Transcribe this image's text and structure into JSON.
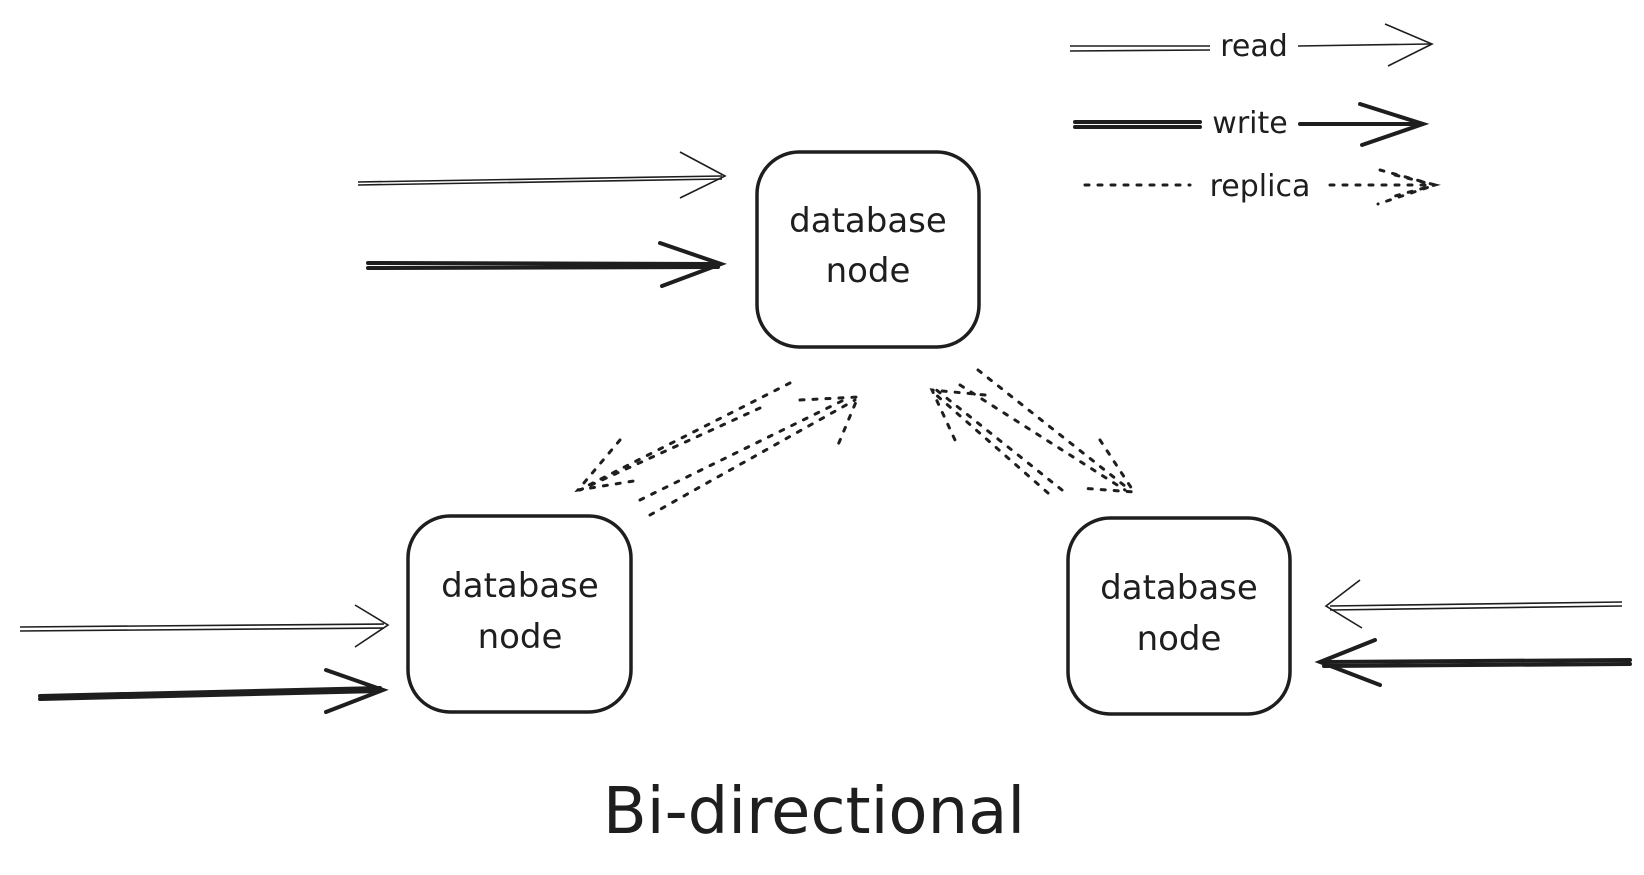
{
  "legend": {
    "read_label": "read",
    "write_label": "write",
    "replica_label": "replica"
  },
  "nodes": {
    "top": {
      "line1": "database",
      "line2": "node"
    },
    "left": {
      "line1": "database",
      "line2": "node"
    },
    "right": {
      "line1": "database",
      "line2": "node"
    }
  },
  "caption": "Bi-directional"
}
